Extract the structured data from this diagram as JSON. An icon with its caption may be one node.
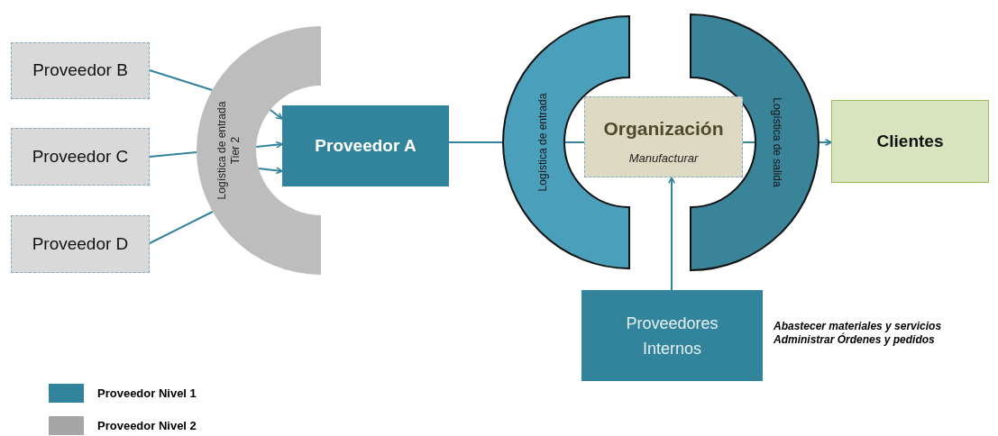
{
  "diagram": {
    "nodes": [
      {
        "text": [
          "Proveedor B"
        ]
      },
      {
        "text": [
          "Proveedor C"
        ]
      },
      {
        "text": [
          "Proveedor D"
        ]
      },
      {
        "text": [
          "Logística de entrada Tier 2"
        ]
      },
      {
        "text": [
          "Proveedor A"
        ]
      },
      {
        "text": [
          "Logística de entrada"
        ]
      },
      {
        "text": [
          "Organización",
          "Manufacturar"
        ]
      },
      {
        "text": [
          "Logística de salida"
        ]
      },
      {
        "text": [
          "Clientes"
        ]
      },
      {
        "text": [
          "Proveedores Internos"
        ],
        "beside": [
          "Abastecer materiales y servicios",
          "Administrar Órdenes y pedidos"
        ]
      }
    ],
    "edges": [
      {
        "from": 0,
        "to": 3,
        "arrow": "none"
      },
      {
        "from": 1,
        "to": 3,
        "arrow": "none"
      },
      {
        "from": 2,
        "to": 3,
        "arrow": "none"
      },
      {
        "from": 3,
        "to": 4,
        "arrow": "to"
      },
      {
        "from": 3,
        "to": 4,
        "arrow": "to"
      },
      {
        "from": 3,
        "to": 4,
        "arrow": "to"
      },
      {
        "from": 4,
        "to": 5,
        "arrow": "none"
      },
      {
        "from": 5,
        "to": 6,
        "arrow": "none"
      },
      {
        "from": 6,
        "to": 7,
        "arrow": "none"
      },
      {
        "from": 7,
        "to": 8,
        "arrow": "to"
      },
      {
        "from": 9,
        "to": 6,
        "arrow": "to"
      }
    ],
    "legend": [
      {
        "text": "Proveedor Nivel 1",
        "color": "#31849b"
      },
      {
        "text": "Proveedor Nivel 2",
        "color": "#a6a6a6"
      }
    ]
  }
}
